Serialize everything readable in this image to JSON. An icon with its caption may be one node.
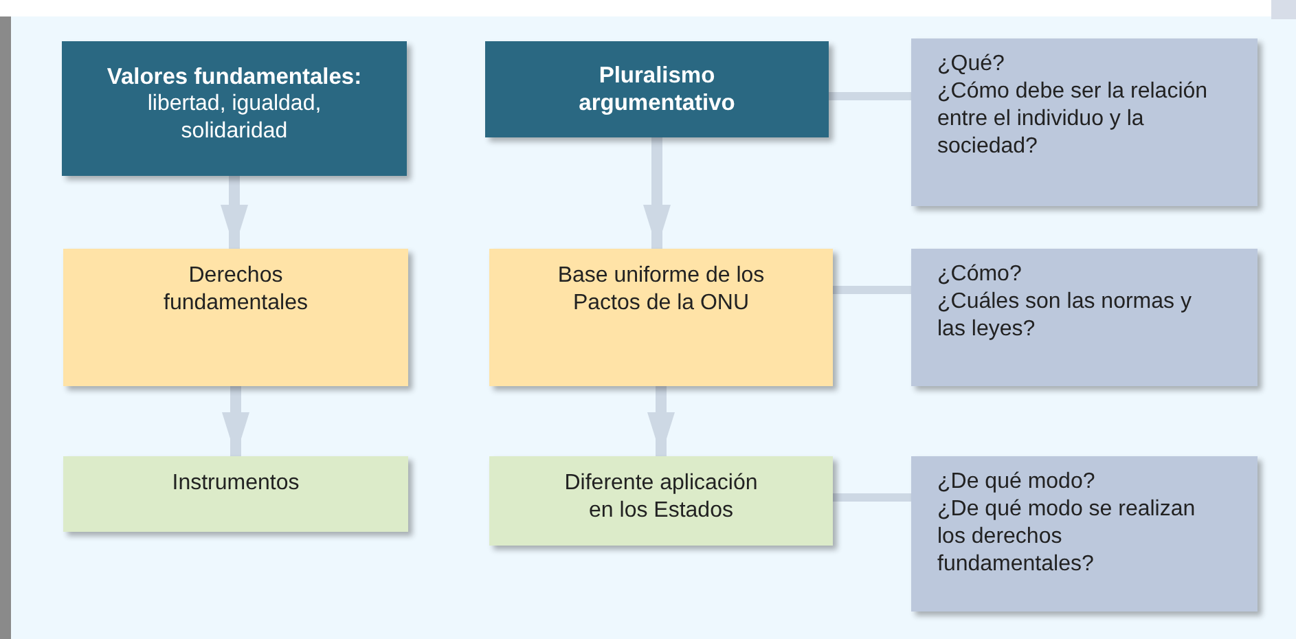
{
  "diagram": {
    "nodes": [
      {
        "text": [
          "Valores fundamentales:",
          "libertad, igualdad, solidaridad"
        ]
      },
      {
        "text": [
          "Pluralismo argumentativo"
        ]
      },
      {
        "text": [
          "¿Qué?",
          "¿Cómo debe ser la relación entre el individuo y la sociedad?"
        ]
      },
      {
        "text": [
          "Derechos fundamentales"
        ]
      },
      {
        "text": [
          "Base uniforme de los Pactos de la ONU"
        ]
      },
      {
        "text": [
          "¿Cómo?",
          "¿Cuáles son las normas y las leyes?"
        ]
      },
      {
        "text": [
          "Instrumentos"
        ]
      },
      {
        "text": [
          "Diferente aplicación en los Estados"
        ]
      },
      {
        "text": [
          "¿De qué modo?",
          "¿De qué modo se realizan los derechos fundamentales?"
        ]
      }
    ],
    "edges": [
      {
        "from": 0,
        "to": 3,
        "arrow": "to"
      },
      {
        "from": 3,
        "to": 6,
        "arrow": "to"
      },
      {
        "from": 1,
        "to": 4,
        "arrow": "to"
      },
      {
        "from": 4,
        "to": 7,
        "arrow": "to"
      },
      {
        "from": 1,
        "to": 2,
        "arrow": "none"
      },
      {
        "from": 4,
        "to": 5,
        "arrow": "none"
      },
      {
        "from": 7,
        "to": 8,
        "arrow": "none"
      }
    ]
  }
}
